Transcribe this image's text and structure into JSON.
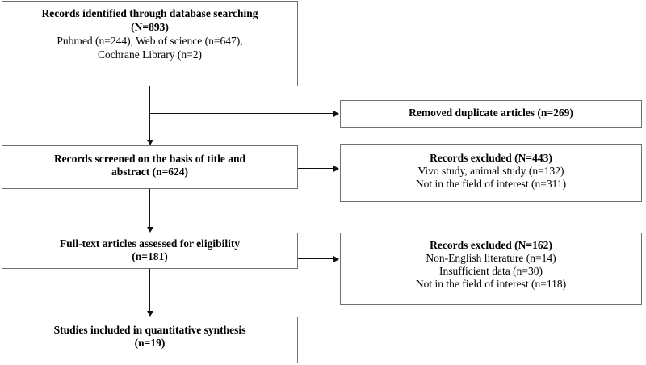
{
  "diagram": {
    "type": "prisma-flow-diagram",
    "title": "",
    "colors": {
      "box_border": "#6f6f6f",
      "connector": "#111111",
      "background": "#ffffff",
      "text": "#000000"
    },
    "nodes": {
      "identified": {
        "lines": [
          {
            "text": "Records identified through database searching",
            "bold": true
          },
          {
            "text": "(N=893)",
            "bold": true
          },
          {
            "text": "Pubmed (n=244), Web of science (n=647),",
            "bold": false
          },
          {
            "text": "Cochrane Library (n=2)",
            "bold": false
          }
        ]
      },
      "duplicates": {
        "lines": [
          {
            "text": "Removed duplicate articles (n=269)",
            "bold": true
          }
        ]
      },
      "screened": {
        "lines": [
          {
            "text": "Records screened on the basis of title and",
            "bold": true
          },
          {
            "text": "abstract (n=624)",
            "bold": true
          }
        ]
      },
      "excluded_screening": {
        "lines": [
          {
            "text": "Records excluded (N=443)",
            "bold": true
          },
          {
            "text": "Vivo study, animal study (n=132)",
            "bold": false
          },
          {
            "text": "Not in the field of interest (n=311)",
            "bold": false
          }
        ]
      },
      "fulltext": {
        "lines": [
          {
            "text": "Full-text articles assessed for eligibility",
            "bold": true
          },
          {
            "text": "(n=181)",
            "bold": true
          }
        ]
      },
      "excluded_eligibility": {
        "lines": [
          {
            "text": "Records excluded (N=162)",
            "bold": true
          },
          {
            "text": "Non-English literature (n=14)",
            "bold": false
          },
          {
            "text": "Insufficient data (n=30)",
            "bold": false
          },
          {
            "text": "Not in the field of interest (n=118)",
            "bold": false
          }
        ]
      },
      "included": {
        "lines": [
          {
            "text": "Studies included in quantitative synthesis",
            "bold": true
          },
          {
            "text": "(n=19)",
            "bold": true
          }
        ]
      }
    },
    "counts": {
      "records_identified_total": 893,
      "pubmed": 244,
      "web_of_science": 647,
      "cochrane_library": 2,
      "duplicates_removed": 269,
      "records_screened": 624,
      "excluded_at_screening_total": 443,
      "vivo_animal_study": 132,
      "not_in_field_of_interest_screening": 311,
      "fulltext_assessed": 181,
      "excluded_at_eligibility_total": 162,
      "non_english_literature": 14,
      "insufficient_data": 30,
      "not_in_field_of_interest_eligibility": 118,
      "studies_included": 19
    },
    "edges": [
      {
        "from": "identified",
        "to": "duplicates",
        "direction": "right"
      },
      {
        "from": "identified",
        "to": "screened",
        "direction": "down"
      },
      {
        "from": "screened",
        "to": "excluded_screening",
        "direction": "right"
      },
      {
        "from": "screened",
        "to": "fulltext",
        "direction": "down"
      },
      {
        "from": "fulltext",
        "to": "excluded_eligibility",
        "direction": "right"
      },
      {
        "from": "fulltext",
        "to": "included",
        "direction": "down"
      }
    ]
  }
}
